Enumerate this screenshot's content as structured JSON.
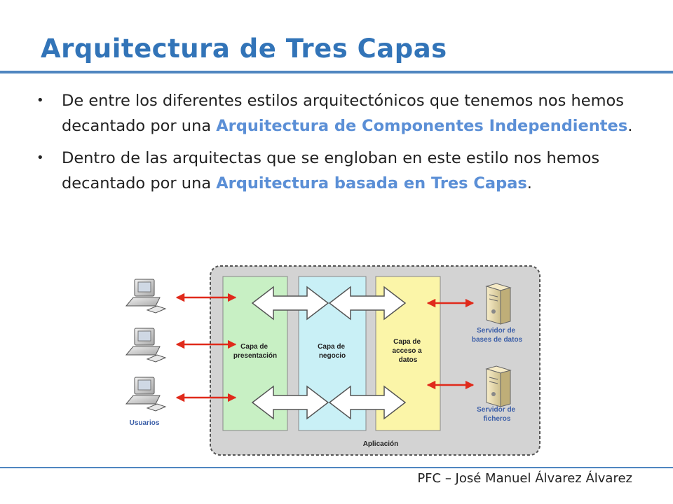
{
  "slide": {
    "title": "Arquitectura de Tres Capas",
    "bullets": [
      {
        "before": "De entre los diferentes estilos arquitectónicos que tenemos nos hemos decantado por una ",
        "highlight": "Arquitectura de Componentes Independientes",
        "after": "."
      },
      {
        "before": "Dentro de las arquitectas que se engloban en este estilo nos hemos decantado por una ",
        "highlight": "Arquitectura basada en Tres Capas",
        "after": "."
      }
    ],
    "footer": "PFC – José Manuel Álvarez Álvarez"
  },
  "diagram": {
    "users_label": "Usuarios",
    "application_label": "Aplicación",
    "layers": [
      {
        "name": "layer-presentation",
        "lines": [
          "Capa de",
          "presentación"
        ],
        "fill": "#c8f0c4"
      },
      {
        "name": "layer-business",
        "lines": [
          "Capa de",
          "negocio"
        ],
        "fill": "#c9f0f6"
      },
      {
        "name": "layer-data-access",
        "lines": [
          "Capa de",
          "acceso a",
          "datos"
        ],
        "fill": "#fbf5a8"
      }
    ],
    "servers": [
      {
        "name": "database-server",
        "lines": [
          "Servidor de",
          "bases de datos"
        ]
      },
      {
        "name": "file-server",
        "lines": [
          "Servidor de",
          "ficheros"
        ]
      }
    ],
    "colors": {
      "title": "#3274b8",
      "highlight": "#5b8fd6",
      "caption": "#3c5fa8",
      "connector_arrow": "#e02a1b",
      "app_background": "#d3d3d3"
    }
  }
}
